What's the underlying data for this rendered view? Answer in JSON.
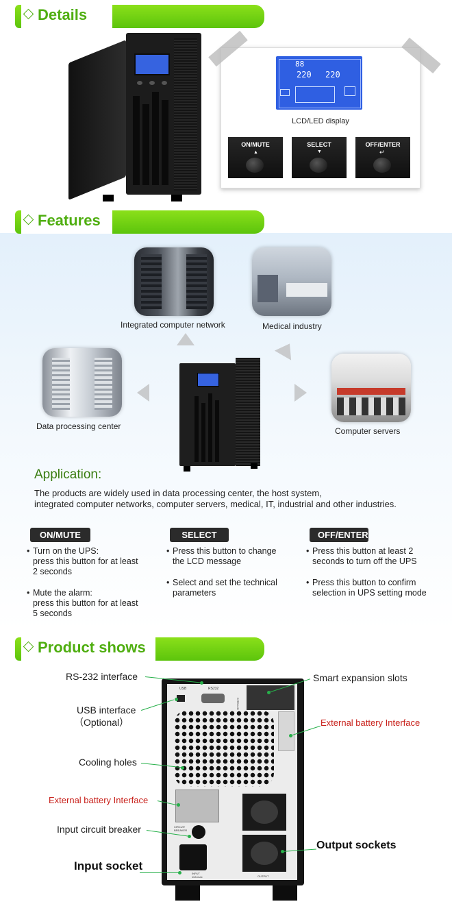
{
  "sections": {
    "details": "Details",
    "features": "Features",
    "product_shows": "Product shows"
  },
  "details": {
    "lcd_caption": "LCD/LED display",
    "lcd_readouts": [
      "88",
      "220",
      "220"
    ],
    "buttons": [
      "ON/MUTE",
      "SELECT",
      "OFF/ENTER"
    ]
  },
  "features": {
    "captions": {
      "network": "Integrated computer network",
      "medical": "Medical industry",
      "data_center": "Data processing center",
      "servers": "Computer servers"
    },
    "application_title": "Application:",
    "application_text_1": "The products are widely used in data processing center, the host system,",
    "application_text_2": "integrated computer networks, computer servers, medical, IT, industrial and other industries."
  },
  "buttons_info": {
    "on_mute": {
      "label": "ON/MUTE",
      "items": [
        "Turn on the UPS:\npress this button for at least\n2 seconds",
        "Mute the alarm:\npress this button for at least\n5 seconds"
      ]
    },
    "select": {
      "label": "SELECT",
      "items": [
        "Press this button to change\nthe LCD message",
        "Select and set the technical\nparameters"
      ]
    },
    "off_enter": {
      "label": "OFF/ENTER",
      "items": [
        "Press this button at least 2\nseconds to turn off the UPS",
        "Press this button to confirm\nselection in UPS setting mode"
      ]
    }
  },
  "product": {
    "labels": {
      "rs232": "RS-232 interface",
      "usb": "USB interface",
      "usb_optional": "（Optional）",
      "cooling": "Cooling holes",
      "ext_batt_left": "External battery Interface",
      "breaker": "Input circuit breaker",
      "input_socket": "Input socket",
      "smart_slots": "Smart expansion slots",
      "ext_batt_right": "External battery Interface",
      "output_sockets": "Output sockets"
    },
    "panel_text": {
      "usb": "USB",
      "rs232": "RS232",
      "slot": "INTELLIGENT SLOT",
      "circuit_breaker": "CIRCUIT BREAKER",
      "input": "INPUT",
      "input_rating": "10A max",
      "output": "OUTPUT"
    }
  },
  "colors": {
    "header_green": "#5cc40c",
    "header_text": "#4fae10",
    "lead_line": "#27b04a",
    "red_label": "#c8201a",
    "lcd_blue": "#2a57d6"
  }
}
